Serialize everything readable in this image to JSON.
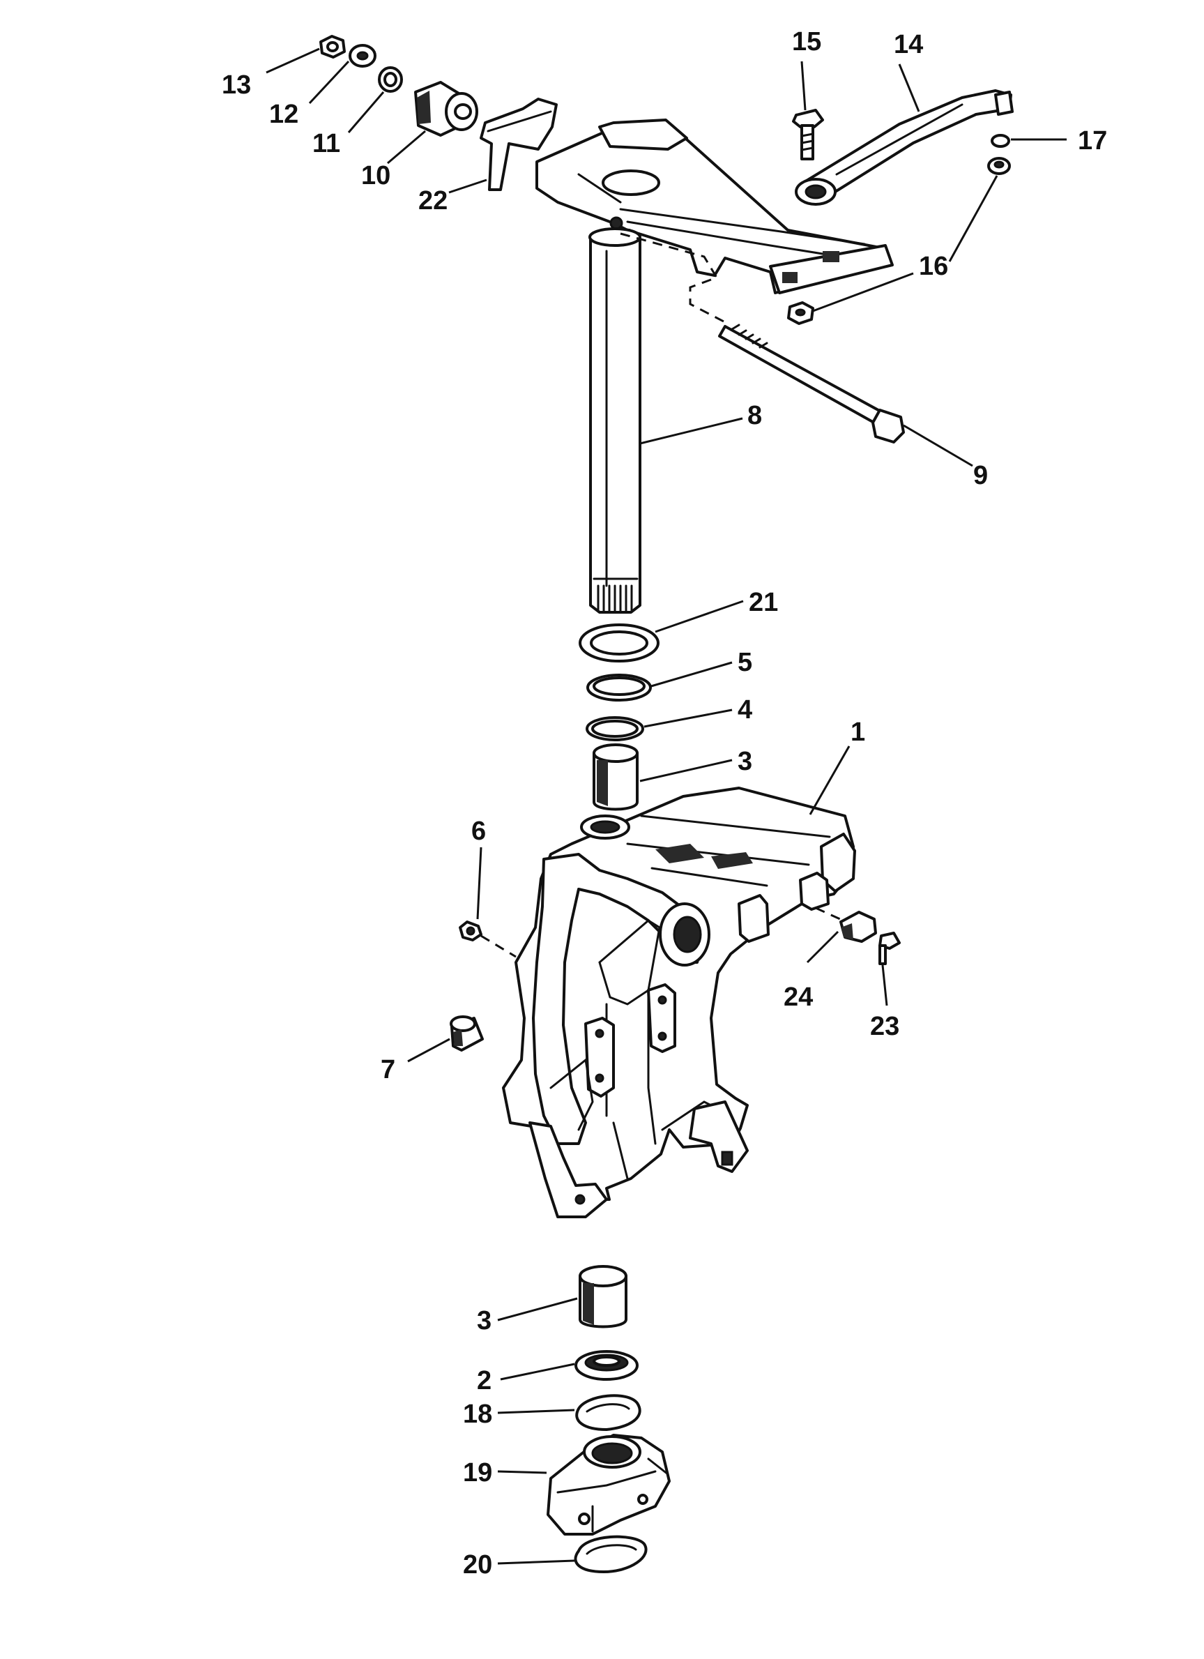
{
  "callouts": {
    "c1": "1",
    "c2": "2",
    "c3a": "3",
    "c3b": "3",
    "c4": "4",
    "c5": "5",
    "c6": "6",
    "c7": "7",
    "c8": "8",
    "c9": "9",
    "c10": "10",
    "c11": "11",
    "c12": "12",
    "c13": "13",
    "c14": "14",
    "c15": "15",
    "c16a": "16",
    "c16b": "16",
    "c17": "17",
    "c18": "18",
    "c19": "19",
    "c20": "20",
    "c21": "21",
    "c22": "22",
    "c23": "23",
    "c24": "24"
  }
}
